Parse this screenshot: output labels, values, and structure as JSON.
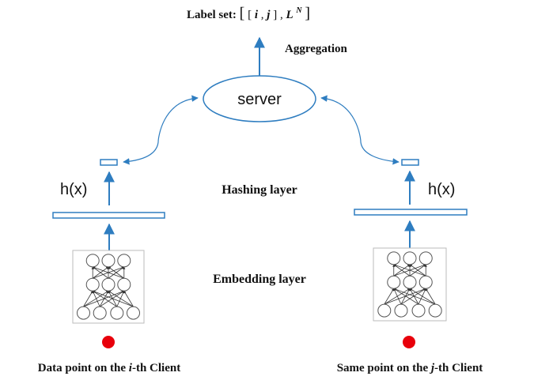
{
  "top_label": {
    "prefix": "Label set: ",
    "open_bracket": "[",
    "i": "i",
    "comma1": ", ",
    "j": "j",
    "close_inner": "]",
    "comma2": ", ",
    "L": "L",
    "N": "N",
    "close_bracket": "]"
  },
  "aggregation_label": "Aggregation",
  "server_label": "server",
  "hash_fn_left": "h(x)",
  "hash_fn_right": "h(x)",
  "hashing_layer_label": "Hashing layer",
  "embedding_layer_label": "Embedding layer",
  "left_caption": {
    "pre": "Data point on the ",
    "var": "i",
    "post": "-th Client"
  },
  "right_caption": {
    "pre": "Same point on the ",
    "var": "j",
    "post": "-th Client"
  },
  "colors": {
    "accent_blue": "#2e7dc0",
    "data_point_red": "#e8000b",
    "text": "#111111",
    "net_gray": "#555555"
  }
}
